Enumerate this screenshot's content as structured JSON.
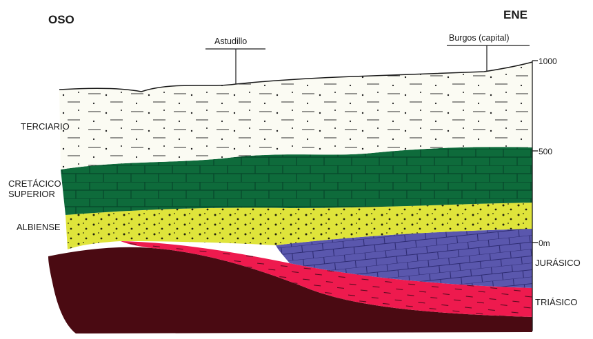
{
  "orientation": {
    "west": "OSO",
    "east": "ENE"
  },
  "locations": [
    {
      "id": "astudillo",
      "label": "Astudillo"
    },
    {
      "id": "burgos",
      "label": "Burgos (capital)"
    }
  ],
  "scale": {
    "ticks": [
      "1000",
      "500",
      "0m"
    ]
  },
  "layers": [
    {
      "id": "terciario",
      "label": "TERCIARIO",
      "color": "#fbfbf3",
      "pattern": "dashes-dots"
    },
    {
      "id": "cretacico-superior",
      "label": "CRETÁCICO\nSUPERIOR",
      "color": "#0e6b3b",
      "pattern": "bricks"
    },
    {
      "id": "albiense",
      "label": "ALBIENSE",
      "color": "#dfe43b",
      "pattern": "dots"
    },
    {
      "id": "jurasico",
      "label": "JURÁSICO",
      "color": "#5a57ad",
      "pattern": "bricks"
    },
    {
      "id": "triasico",
      "label": "TRIÁSICO",
      "color": "#ee1a4e",
      "pattern": "dashes"
    },
    {
      "id": "basement",
      "label": "",
      "color": "#4a0a12",
      "pattern": "none"
    }
  ],
  "colors": {
    "ink": "#1a1a1a",
    "brick_line": "#06452a"
  }
}
